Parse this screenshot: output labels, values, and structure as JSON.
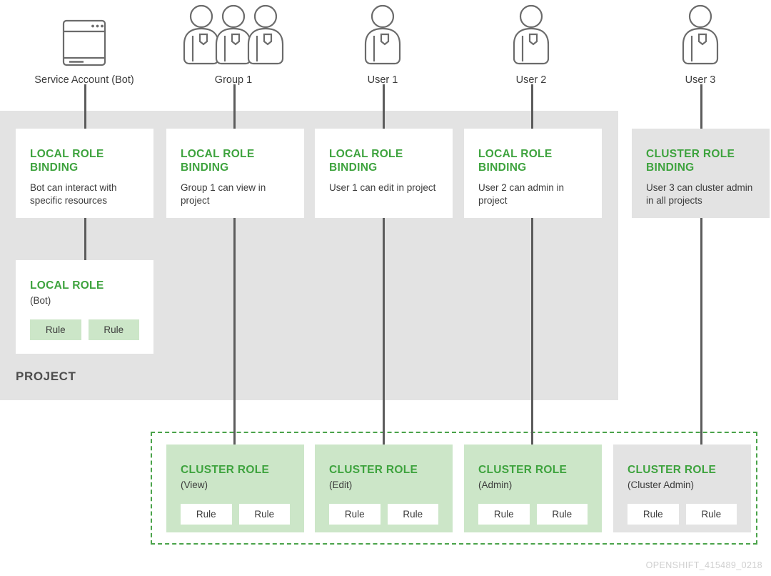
{
  "diagram": {
    "project_label": "PROJECT",
    "watermark": "OPENSHIFT_415489_0218",
    "colors": {
      "green_text": "#3ea33e",
      "green_fill": "#cce6c8",
      "gray_fill": "#e3e3e3",
      "dashed_border": "#4aa34a",
      "line": "#5c5c5c"
    }
  },
  "actors": [
    {
      "label": "Service Account (Bot)",
      "icon": "browser-window-icon"
    },
    {
      "label": "Group 1",
      "icon": "group-of-people-icon"
    },
    {
      "label": "User 1",
      "icon": "person-icon"
    },
    {
      "label": "User 2",
      "icon": "person-icon"
    },
    {
      "label": "User 3",
      "icon": "person-icon"
    }
  ],
  "bindings": [
    {
      "title": "LOCAL ROLE BINDING",
      "desc": "Bot can interact with specific resources",
      "style": "white"
    },
    {
      "title": "LOCAL ROLE BINDING",
      "desc": "Group 1 can view in project",
      "style": "white"
    },
    {
      "title": "LOCAL ROLE BINDING",
      "desc": "User 1 can edit in project",
      "style": "white"
    },
    {
      "title": "LOCAL ROLE BINDING",
      "desc": "User 2 can admin in project",
      "style": "white"
    },
    {
      "title": "CLUSTER ROLE BINDING",
      "desc": "User 3 can cluster admin in all projects",
      "style": "gray"
    }
  ],
  "local_role": {
    "title": "LOCAL ROLE",
    "sub": "(Bot)",
    "rules": [
      "Rule",
      "Rule"
    ]
  },
  "cluster_roles": [
    {
      "title": "CLUSTER ROLE",
      "sub": "(View)",
      "rules": [
        "Rule",
        "Rule"
      ],
      "style": "green"
    },
    {
      "title": "CLUSTER ROLE",
      "sub": "(Edit)",
      "rules": [
        "Rule",
        "Rule"
      ],
      "style": "green"
    },
    {
      "title": "CLUSTER ROLE",
      "sub": "(Admin)",
      "rules": [
        "Rule",
        "Rule"
      ],
      "style": "green"
    },
    {
      "title": "CLUSTER ROLE",
      "sub": "(Cluster Admin)",
      "rules": [
        "Rule",
        "Rule"
      ],
      "style": "gray"
    }
  ]
}
